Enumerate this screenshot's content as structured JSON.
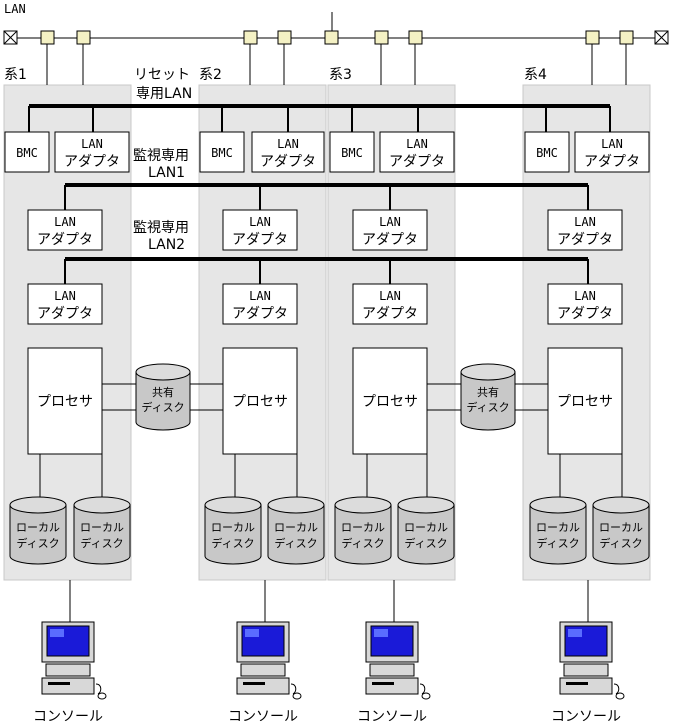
{
  "lan": {
    "label": "LAN"
  },
  "systems": [
    {
      "name": "系1",
      "console": "コンソール"
    },
    {
      "name": "系2",
      "console": "コンソール"
    },
    {
      "name": "系3",
      "console": "コンソール"
    },
    {
      "name": "系4",
      "console": "コンソール"
    }
  ],
  "networks": {
    "reset_lan": {
      "line1": "リセット",
      "line2": "専用LAN"
    },
    "monitor_lan1": {
      "line1": "監視専用",
      "line2": "LAN1"
    },
    "monitor_lan2": {
      "line1": "監視専用",
      "line2": "LAN2"
    }
  },
  "components": {
    "bmc": "BMC",
    "lan_adapter": {
      "line1": "LAN",
      "line2": "アダプタ"
    },
    "processor": "プロセサ",
    "local_disk": {
      "line1": "ローカル",
      "line2": "ディスク"
    },
    "shared_disk": {
      "line1": "共有",
      "line2": "ディスク"
    }
  }
}
